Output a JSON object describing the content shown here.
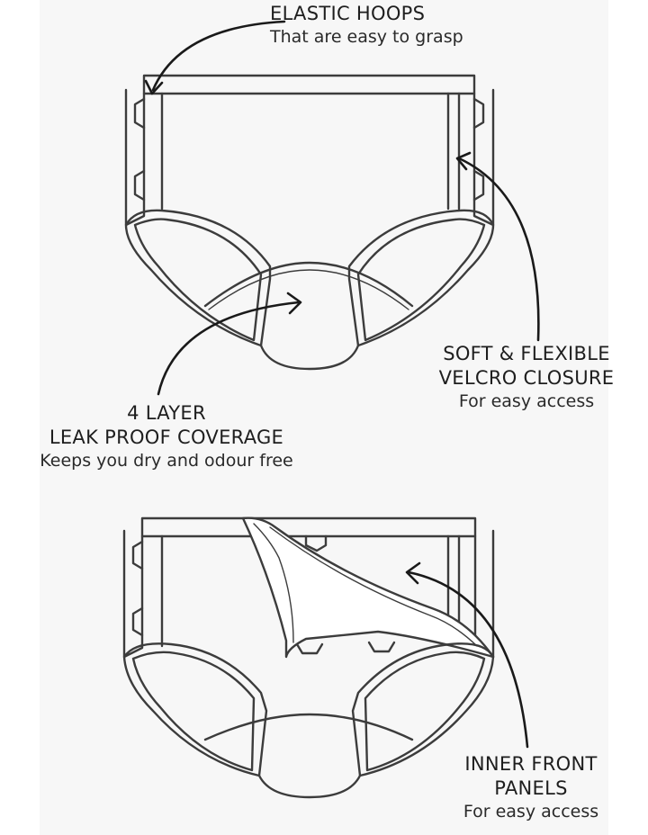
{
  "callouts": {
    "elastic": {
      "title": "ELASTIC HOOPS",
      "desc": "That are easy to grasp"
    },
    "velcro": {
      "title_line1": "SOFT & FLEXIBLE",
      "title_line2": "VELCRO CLOSURE",
      "desc": "For easy access"
    },
    "leak": {
      "title_line1": "4 LAYER",
      "title_line2": "LEAK PROOF COVERAGE",
      "desc": "Keeps you dry and odour free"
    },
    "inner": {
      "title_line1": "INNER FRONT",
      "title_line2": "PANELS",
      "desc": "For easy access"
    }
  },
  "colors": {
    "line": "#3c3c3c",
    "background": "#f7f7f7",
    "text": "#1e1e1e"
  }
}
